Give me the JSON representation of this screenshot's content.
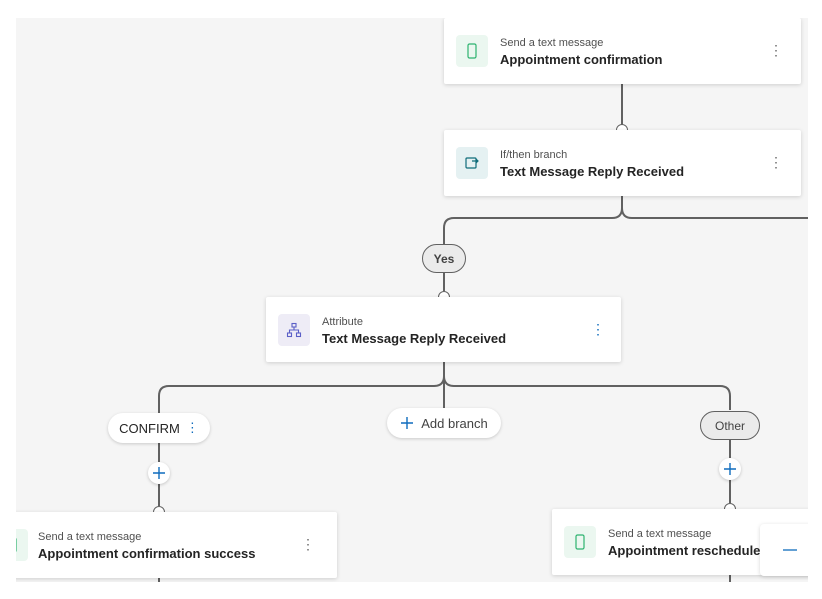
{
  "cards": {
    "sms_confirmation": {
      "subtitle": "Send a text message",
      "title": "Appointment confirmation",
      "icon": "phone-icon",
      "accent": "#2db36f"
    },
    "if_then": {
      "subtitle": "If/then branch",
      "title": "Text Message Reply Received",
      "icon": "branch-icon",
      "accent": "#0f6c7a"
    },
    "attribute": {
      "subtitle": "Attribute",
      "title": "Text Message Reply Received",
      "icon": "hierarchy-icon",
      "accent": "#5b5fc7"
    },
    "sms_success": {
      "subtitle": "Send a text message",
      "title": "Appointment confirmation success",
      "icon": "phone-icon",
      "accent": "#2db36f"
    },
    "sms_reschedule": {
      "subtitle": "Send a text message",
      "title": "Appointment reschedule",
      "icon": "phone-icon",
      "accent": "#2db36f"
    }
  },
  "branches": {
    "yes_label": "Yes",
    "confirm_label": "CONFIRM",
    "add_branch_label": "Add branch",
    "other_label": "Other"
  },
  "more_glyph": "⋮",
  "colors": {
    "connector": "#616161",
    "plus": "#0f6cbd",
    "canvas": "#f5f5f5"
  }
}
